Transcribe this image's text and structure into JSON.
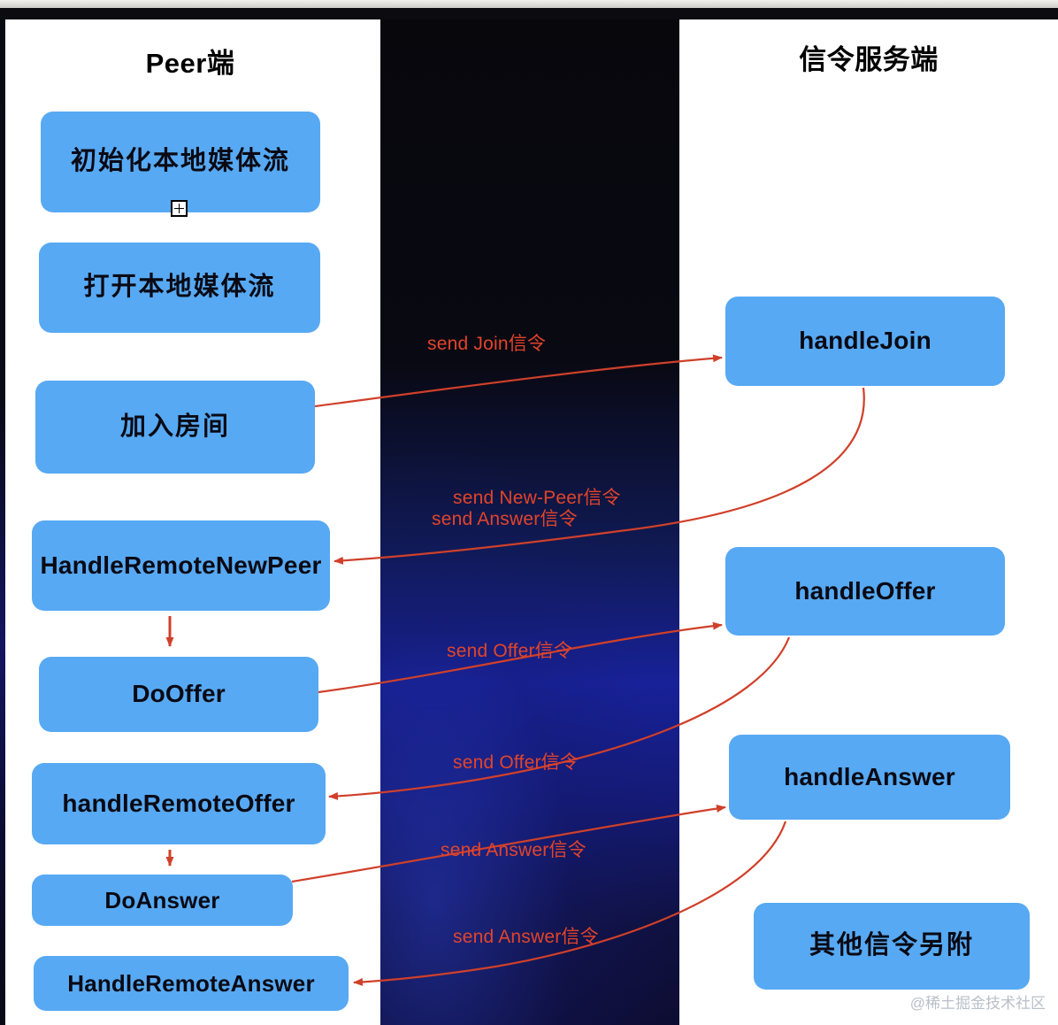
{
  "columns": {
    "left": {
      "title": "Peer端"
    },
    "right": {
      "title": "信令服务端"
    }
  },
  "colors": {
    "node_fill": "#57a9f3",
    "node_text": "#0a0a14",
    "arrow": "#d0402a",
    "edge_label": "#e2442a",
    "mid_panel_top": "#07070c",
    "mid_panel_mid": "#182198",
    "panel_bg": "#ffffff"
  },
  "nodes": {
    "peer": [
      {
        "id": "init-local-media",
        "label": "初始化本地媒体流",
        "script": "cjk"
      },
      {
        "id": "open-local-media",
        "label": "打开本地媒体流",
        "script": "cjk"
      },
      {
        "id": "join-room",
        "label": "加入房间",
        "script": "cjk"
      },
      {
        "id": "handle-remote-new-peer",
        "label": "HandleRemoteNewPeer",
        "script": "lat"
      },
      {
        "id": "do-offer",
        "label": "DoOffer",
        "script": "lat"
      },
      {
        "id": "handle-remote-offer",
        "label": "handleRemoteOffer",
        "script": "lat"
      },
      {
        "id": "do-answer",
        "label": "DoAnswer",
        "script": "lat-sm"
      },
      {
        "id": "handle-remote-answer",
        "label": "HandleRemoteAnswer",
        "script": "lat-sm"
      }
    ],
    "server": [
      {
        "id": "handle-join",
        "label": "handleJoin",
        "script": "lat"
      },
      {
        "id": "handle-offer",
        "label": "handleOffer",
        "script": "lat"
      },
      {
        "id": "handle-answer",
        "label": "handleAnswer",
        "script": "lat"
      },
      {
        "id": "other-signals",
        "label": "其他信令另附",
        "script": "cjk"
      }
    ]
  },
  "edge_labels": [
    {
      "id": "send-join",
      "text": "send Join信令"
    },
    {
      "id": "send-new-peer",
      "text": "send New-Peer信令"
    },
    {
      "id": "send-answer-1",
      "text": "send Answer信令"
    },
    {
      "id": "send-offer-1",
      "text": "send Offer信令"
    },
    {
      "id": "send-offer-2",
      "text": "send Offer信令"
    },
    {
      "id": "send-answer-2",
      "text": "send Answer信令"
    },
    {
      "id": "send-answer-3",
      "text": "send Answer信令"
    }
  ],
  "cursor": {
    "glyph": "plus-crosshair"
  },
  "watermark": {
    "text": "@稀土掘金技术社区"
  }
}
